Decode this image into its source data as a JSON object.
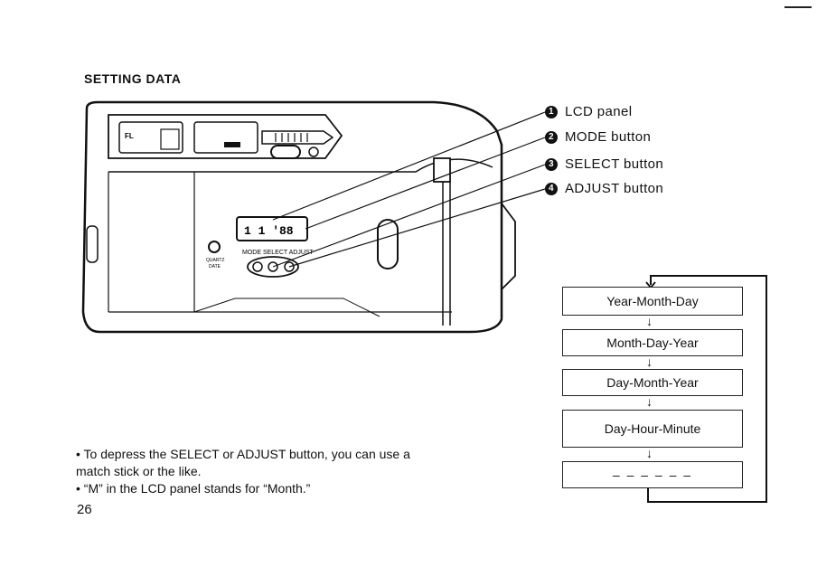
{
  "page": {
    "heading": "SETTING DATA",
    "page_number": "26"
  },
  "callouts": [
    {
      "number": "1",
      "label": "LCD panel"
    },
    {
      "number": "2",
      "label": "MODE button"
    },
    {
      "number": "3",
      "label": "SELECT button"
    },
    {
      "number": "4",
      "label": "ADJUST button"
    }
  ],
  "camera": {
    "lcd_readout": "1 1 '88",
    "button_labels": "MODE SELECT ADJUST",
    "quartz_date_line1": "QUARTZ",
    "quartz_date_line2": "DATE",
    "flash_label": "FL"
  },
  "flow": {
    "steps": [
      "Year-Month-Day",
      "Month-Day-Year",
      "Day-Month-Year",
      "Day-Hour-Minute",
      "– – – – – –"
    ],
    "arrow_glyph": "↓"
  },
  "notes": [
    "• To depress the SELECT or ADJUST button, you can use a match stick or the like.",
    "• “M” in the LCD panel stands for “Month.”"
  ]
}
